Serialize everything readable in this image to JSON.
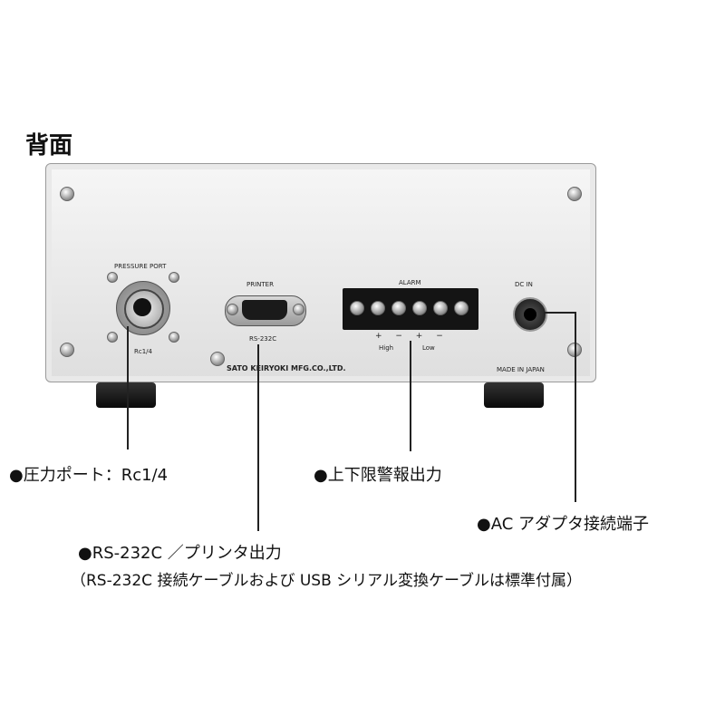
{
  "title": "背面",
  "panel": {
    "pressure_port_label": "PRESSURE PORT",
    "rc_label": "Rc1/4",
    "printer_label": "PRINTER",
    "rs232c_label": "RS-232C",
    "alarm_label": "ALARM",
    "alarm_signs": "+ − + −",
    "high_label": "High",
    "low_label": "Low",
    "dc_in_label": "DC IN",
    "maker_label": "SATO KEIRYOKI MFG.CO.,LTD.",
    "made_in_label": "MADE IN JAPAN"
  },
  "callouts": {
    "pressure_port": "●圧力ポート：Rc1/4",
    "alarm_output": "●上下限警報出力",
    "ac_adapter": "●AC アダプタ接続端子",
    "rs232c": "●RS-232C ／プリンタ出力",
    "rs232c_note": "（RS-232C 接続ケーブルおよび USB シリアル変換ケーブルは標準付属）"
  }
}
